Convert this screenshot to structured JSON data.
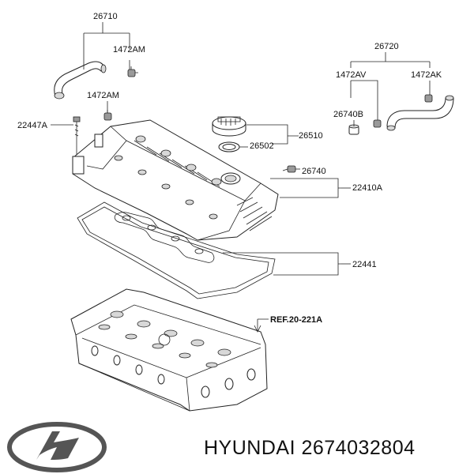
{
  "labels": {
    "p26710": "26710",
    "p1472AM_top": "1472AM",
    "p1472AM_bottom": "1472AM",
    "p22447A": "22447A",
    "p26720": "26720",
    "p1472AV": "1472AV",
    "p1472AK": "1472AK",
    "p26740B": "26740B",
    "p26510": "26510",
    "p26502": "26502",
    "p26740": "26740",
    "p22410A": "22410A",
    "p22441": "22441",
    "ref": "REF.20-221A"
  },
  "caption": {
    "brand": "HYUNDAI",
    "part_number": "2674032804"
  },
  "logo": {
    "icon": "hyundai-logo-icon"
  },
  "colors": {
    "line": "#222222",
    "text": "#111111",
    "background": "#ffffff"
  }
}
